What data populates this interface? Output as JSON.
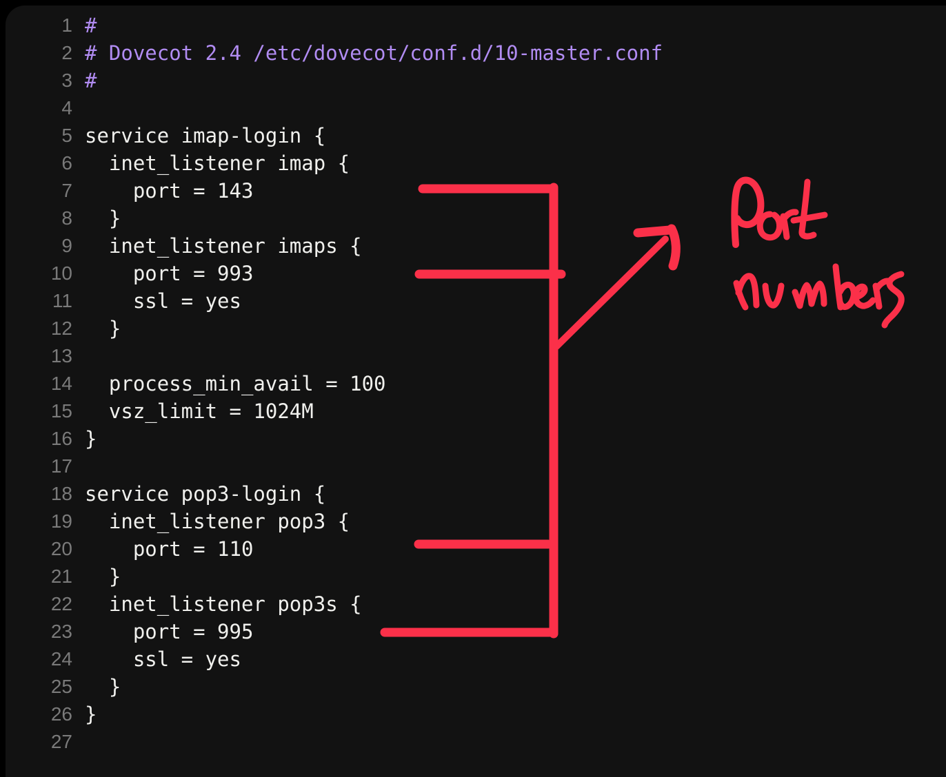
{
  "editor": {
    "file_comment_header": "# Dovecot 2.4 /etc/dovecot/conf.d/10-master.conf",
    "colors": {
      "panel_background": "#121212",
      "page_background": "#000000",
      "code_text": "#f0f0ed",
      "comment_text": "#b18cf2",
      "line_number": "#7a7a7a",
      "annotation_red": "#fb3049"
    },
    "lines": [
      {
        "n": "1",
        "text": "#",
        "type": "comment"
      },
      {
        "n": "2",
        "text": "# Dovecot 2.4 /etc/dovecot/conf.d/10-master.conf",
        "type": "comment"
      },
      {
        "n": "3",
        "text": "#",
        "type": "comment"
      },
      {
        "n": "4",
        "text": "",
        "type": "code"
      },
      {
        "n": "5",
        "text": "service imap-login {",
        "type": "code"
      },
      {
        "n": "6",
        "text": "  inet_listener imap {",
        "type": "code"
      },
      {
        "n": "7",
        "text": "    port = 143",
        "type": "code"
      },
      {
        "n": "8",
        "text": "  }",
        "type": "code"
      },
      {
        "n": "9",
        "text": "  inet_listener imaps {",
        "type": "code"
      },
      {
        "n": "10",
        "text": "    port = 993",
        "type": "code"
      },
      {
        "n": "11",
        "text": "    ssl = yes",
        "type": "code"
      },
      {
        "n": "12",
        "text": "  }",
        "type": "code"
      },
      {
        "n": "13",
        "text": "",
        "type": "code"
      },
      {
        "n": "14",
        "text": "  process_min_avail = 100",
        "type": "code"
      },
      {
        "n": "15",
        "text": "  vsz_limit = 1024M",
        "type": "code"
      },
      {
        "n": "16",
        "text": "}",
        "type": "code"
      },
      {
        "n": "17",
        "text": "",
        "type": "code"
      },
      {
        "n": "18",
        "text": "service pop3-login {",
        "type": "code"
      },
      {
        "n": "19",
        "text": "  inet_listener pop3 {",
        "type": "code"
      },
      {
        "n": "20",
        "text": "    port = 110",
        "type": "code"
      },
      {
        "n": "21",
        "text": "  }",
        "type": "code"
      },
      {
        "n": "22",
        "text": "  inet_listener pop3s {",
        "type": "code"
      },
      {
        "n": "23",
        "text": "    port = 995",
        "type": "code"
      },
      {
        "n": "24",
        "text": "    ssl = yes",
        "type": "code"
      },
      {
        "n": "25",
        "text": "  }",
        "type": "code"
      },
      {
        "n": "26",
        "text": "}",
        "type": "code"
      },
      {
        "n": "27",
        "text": "",
        "type": "code"
      }
    ]
  },
  "annotation": {
    "label": "Port Numbers",
    "color": "#fb3049",
    "highlighted_ports": [
      "143",
      "993",
      "110",
      "995"
    ],
    "highlighted_lines": [
      "7",
      "10",
      "20",
      "23"
    ]
  }
}
